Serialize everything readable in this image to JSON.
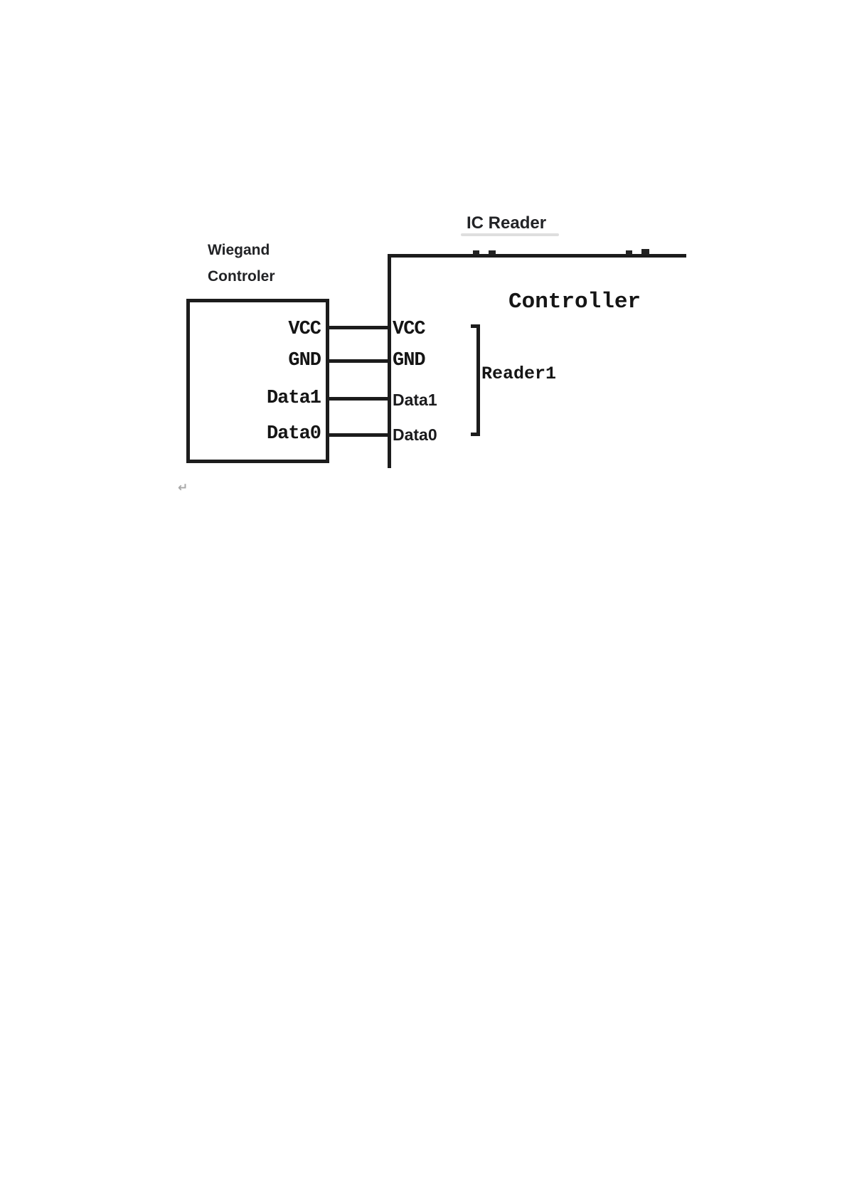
{
  "diagram": {
    "title": "IC Reader",
    "wiegand_block": {
      "caption_line1": "Wiegand",
      "caption_line2": "Controler",
      "pins": [
        "VCC",
        "GND",
        "Data1",
        "Data0"
      ]
    },
    "reader_block": {
      "title": "Controller",
      "pins": [
        "VCC",
        "GND",
        "Data1",
        "Data0"
      ],
      "group_label": "Reader1"
    },
    "artifacts": {
      "return_mark": "↵"
    }
  },
  "colors": {
    "background": "#ffffff",
    "ink": "#1c1c1c",
    "heading_text": "#222326",
    "mono_text": "#151515",
    "return_mark": "#a8a8a8"
  }
}
